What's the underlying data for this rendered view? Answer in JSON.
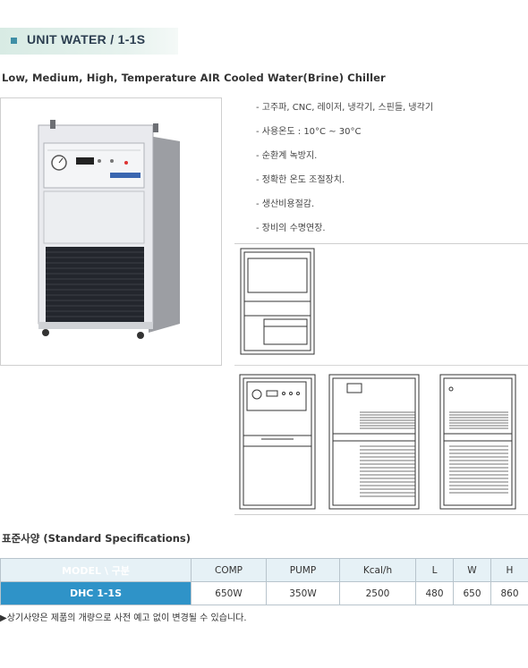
{
  "page": {
    "title": "UNIT WATER / 1-1S",
    "subtitle": "Low, Medium, High, Temperature AIR Cooled Water(Brine) Chiller"
  },
  "features": [
    "- 고주파, CNC, 레이저, 냉각기, 스핀들, 냉각기",
    "- 사용온도 : 10°C ~ 30°C",
    "- 순환계 녹방지.",
    "- 정확한 온도 조절장치.",
    "- 생산비용절감.",
    "- 장비의 수명연장."
  ],
  "spec": {
    "heading": "표준사양 (Standard Specifications)",
    "headers": [
      "MODEL \\ 구분",
      "COMP",
      "PUMP",
      "Kcal/h",
      "L",
      "W",
      "H"
    ],
    "rows": [
      [
        "DHC 1-1S",
        "650W",
        "350W",
        "2500",
        "480",
        "650",
        "860"
      ]
    ]
  },
  "note": "▶상기사양은 제품의 개량으로 사전 예고 없이 변경될 수 있습니다.",
  "colors": {
    "accent": "#2f93c8",
    "title_bg": "#d8ebe4",
    "bullet": "#3f8fa6"
  },
  "icons": {
    "title_bullet": "square-bullet-icon",
    "note_marker": "triangle-right-icon"
  }
}
